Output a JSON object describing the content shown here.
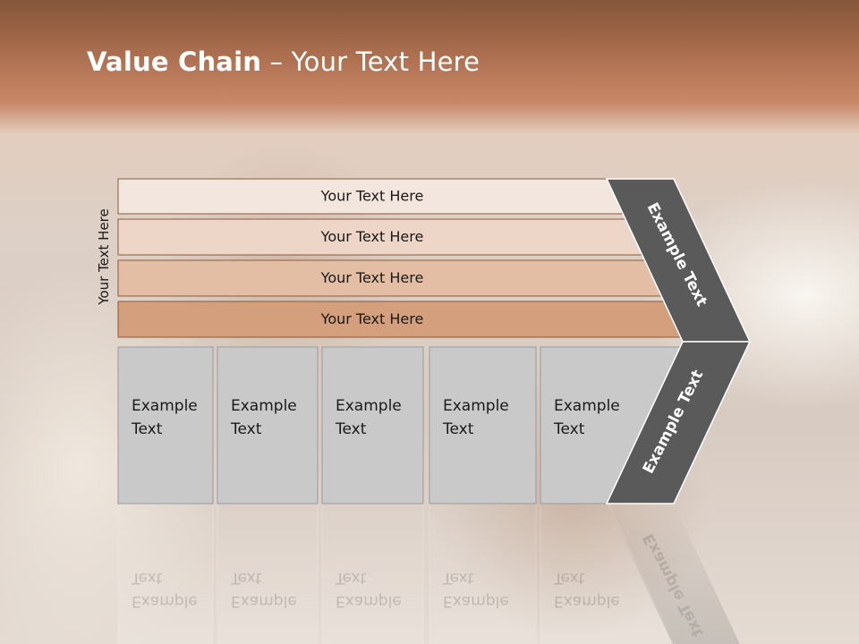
{
  "slide": {
    "title_bold": "Value Chain",
    "title_rest": " – Your Text Here",
    "side_label": "Your Text Here"
  },
  "bars": [
    {
      "label": "Your Text Here",
      "fill": "#f3e6de"
    },
    {
      "label": "Your Text Here",
      "fill": "#edd6c7"
    },
    {
      "label": "Your Text Here",
      "fill": "#e3bea5"
    },
    {
      "label": "Your Text Here",
      "fill": "#d49f7c"
    }
  ],
  "boxes": [
    {
      "line1": "Example",
      "line2": "Text"
    },
    {
      "line1": "Example",
      "line2": "Text"
    },
    {
      "line1": "Example",
      "line2": "Text"
    },
    {
      "line1": "Example",
      "line2": "Text"
    },
    {
      "line1": "Example",
      "line2": "Text"
    }
  ],
  "chevrons": [
    {
      "label": "Example Text"
    },
    {
      "label": "Example Text"
    }
  ],
  "colors": {
    "bar_border": "#8a5a3c",
    "box_fill": "#c9c9c9",
    "chevron_fill": "#5a5a5a",
    "title_text": "#ffffff"
  }
}
